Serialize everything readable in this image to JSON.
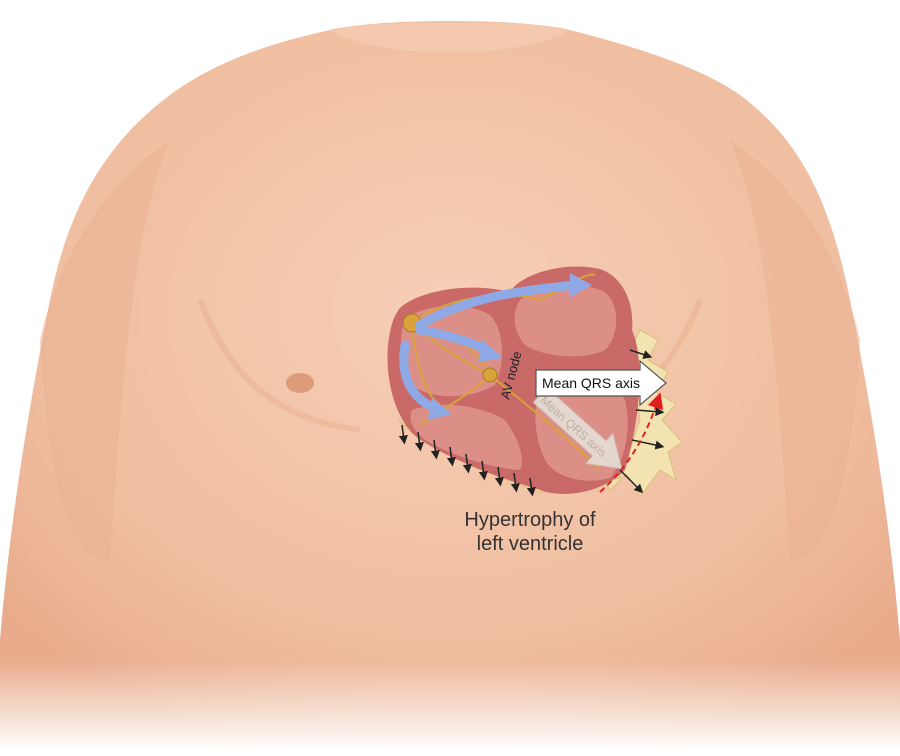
{
  "labels": {
    "av_node": "AV node",
    "mean_qrs_axis_main": "Mean QRS axis",
    "mean_qrs_axis_ghost": "Mean QRS axis",
    "caption_line1": "Hypertrophy of",
    "caption_line2": "left ventricle"
  },
  "colors": {
    "skin": "#f2c3a6",
    "skin_shadow": "#e6a888",
    "heart_outer": "#c96a68",
    "heart_chamber": "#dc8f86",
    "myocardium_band": "#f3e3b0",
    "conduction": "#d9a33a",
    "flow_arrow": "#8fa9e6",
    "depolarization_arrow": "#222222",
    "axis_shift": "#e02020"
  },
  "icons": {
    "torso": "torso-illustration",
    "heart": "heart-cross-section-icon",
    "sa_node": "sa-node-icon",
    "av_node": "av-node-icon",
    "qrs_arrow": "arrow-right-icon"
  }
}
